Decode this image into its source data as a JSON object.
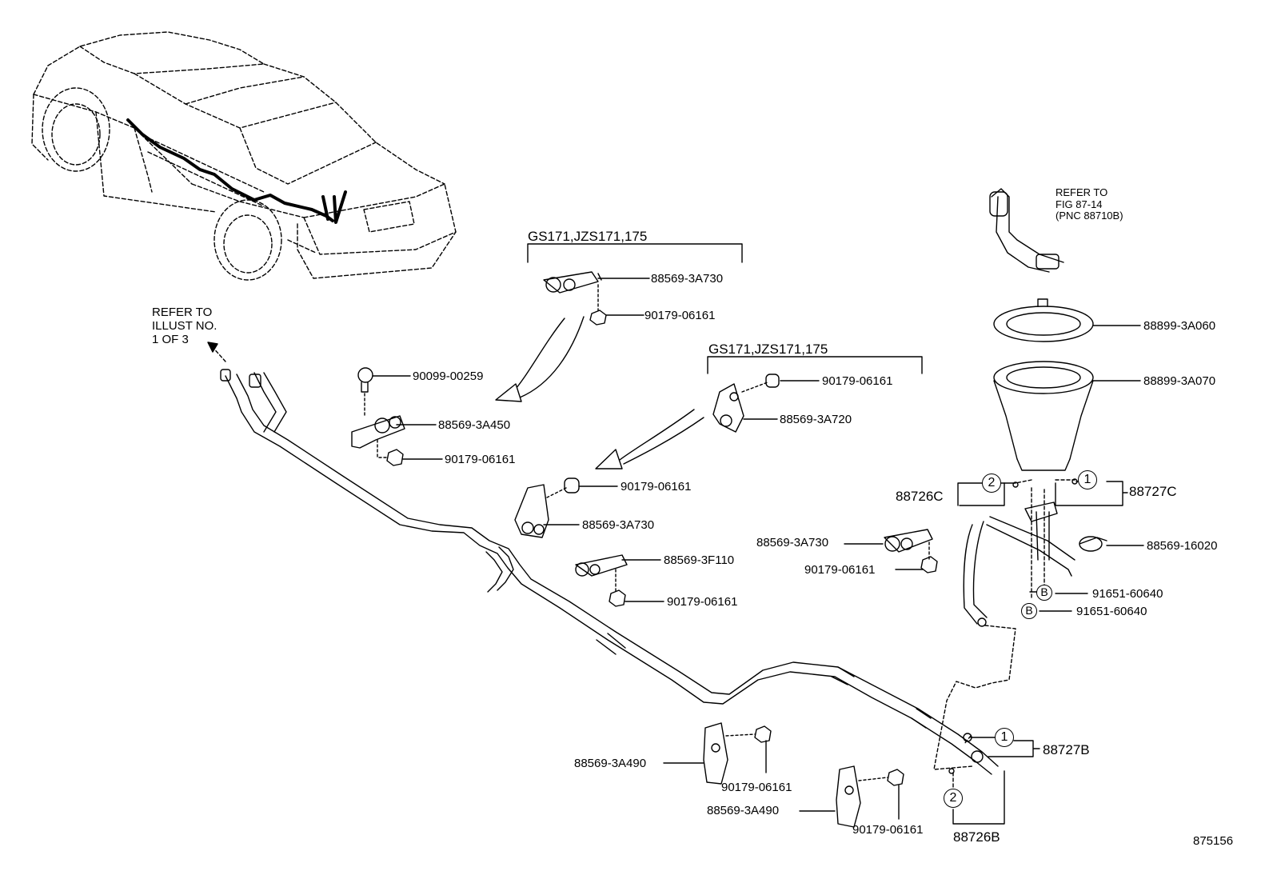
{
  "refer_top": "REFER TO\nFIG 87-14\n(PNC 88710B)",
  "refer_left": "REFER TO\nILLUST NO.\n1 OF 3",
  "model_group_1": "GS171,JZS171,175",
  "model_group_2": "GS171,JZS171,175",
  "parts": {
    "p_3A730_a": "88569-3A730",
    "p_06161_a": "90179-06161",
    "p_00259": "90099-00259",
    "p_3A450": "88569-3A450",
    "p_06161_b": "90179-06161",
    "p_06161_c": "90179-06161",
    "p_3A720": "88569-3A720",
    "p_06161_d": "90179-06161",
    "p_3A730_b": "88569-3A730",
    "p_3F110": "88569-3F110",
    "p_06161_e": "90179-06161",
    "p_3A060": "88899-3A060",
    "p_3A070": "88899-3A070",
    "p_88726C": "88726C",
    "p_88727C": "88727C",
    "p_3A730_c": "88569-3A730",
    "p_06161_f": "90179-06161",
    "p_16020": "88569-16020",
    "p_60640_a": "91651-60640",
    "p_60640_b": "91651-60640",
    "p_88727B": "88727B",
    "p_3A490_a": "88569-3A490",
    "p_06161_g": "90179-06161",
    "p_3A490_b": "88569-3A490",
    "p_06161_h": "90179-06161",
    "p_88726B": "88726B"
  },
  "markers": {
    "one": "1",
    "two": "2",
    "b": "B"
  },
  "illustration_number": "875156"
}
